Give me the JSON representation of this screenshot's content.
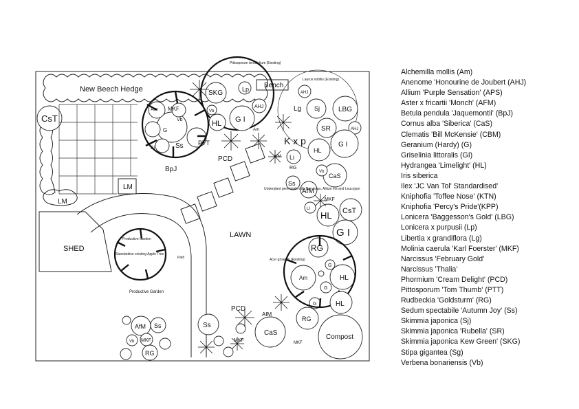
{
  "labels": {
    "hedge": "New Beech Hedge",
    "bench": "Bench",
    "pittosporum_note": "Pittosporum tenuifolium (Existing)",
    "laurus_note": "Laurus nobilis (Existing)",
    "shed": "SHED",
    "lawn": "LAWN",
    "path": "Path",
    "productive": "Productive Garden",
    "productive_top": "Productive Garden",
    "apple_tree": "Standardise existing Apple Tree",
    "underplant": "Underplant perennials with Narcissus, Allium Iris and Leucojum",
    "acer": "Acer griseum (Existing)",
    "compost": "Compost"
  },
  "codes": {
    "CsT": "CsT",
    "LM": "LM",
    "SKG": "SKG",
    "Lp": "Lp",
    "AHJ": "AHJ",
    "Lg": "Lg",
    "Sj": "Sj",
    "LBG": "LBG",
    "SR": "SR",
    "GI": "G I",
    "G": "G",
    "HL": "HL",
    "Ss": "Ss",
    "PTT": "PTT",
    "Am": "Am",
    "Vb": "Vb",
    "MKF": "MKF",
    "BpJ": "BpJ",
    "PCD": "PCD",
    "Kxp": "K x p",
    "Li": "Li",
    "RG": "RG",
    "CaS": "CaS",
    "AfM": "AfM",
    "LI": "LI"
  },
  "legend": [
    "Alchemilla mollis (Am)",
    "Anenome 'Honourine de Joubert (AHJ)",
    "Allium 'Purple Sensation' (APS)",
    "Aster x fricartii 'Monch' (AFM)",
    "Betula pendula 'Jaquemontii' (BpJ)",
    "Cornus alba 'Siberica' (CaS)",
    "Clematis 'Bill McKensie' (CBM)",
    "Geranium (Hardy) (G)",
    "Griselinia littoralis (GI)",
    "Hydrangea 'Limelight' (HL)",
    "Iris siberica",
    "Ilex 'JC Van Tol' Standardised'",
    "Kniphofia 'Toffee Nose' (KTN)",
    "Kniphofia 'Percy's Pride'(KPP)",
    "Lonicera 'Baggesson's Gold' (LBG)",
    "Lonicera x purpusii   (Lp)",
    "Libertia x grandiflora  (Lg)",
    "Molinia caerula 'Karl Foerster'   (MKF)",
    "Narcissus 'February Gold'",
    "Narcissus 'Thalia'",
    "Phormium 'Cream Delight'  (PCD)",
    "Pittosporum 'Tom Thumb'  (PTT)",
    "Rudbeckia 'Goldsturm' (RG)",
    "Sedum spectabile 'Autumn Joy'  (Ss)",
    "Skimmia japonica  (Sj)",
    "Skimmia japonica 'Rubella' (SR)",
    "Skimmia japonica Kew Green' (SKG)",
    "Stipa gigantea  (Sg)",
    "Verbena bonariensis (Vb)"
  ]
}
